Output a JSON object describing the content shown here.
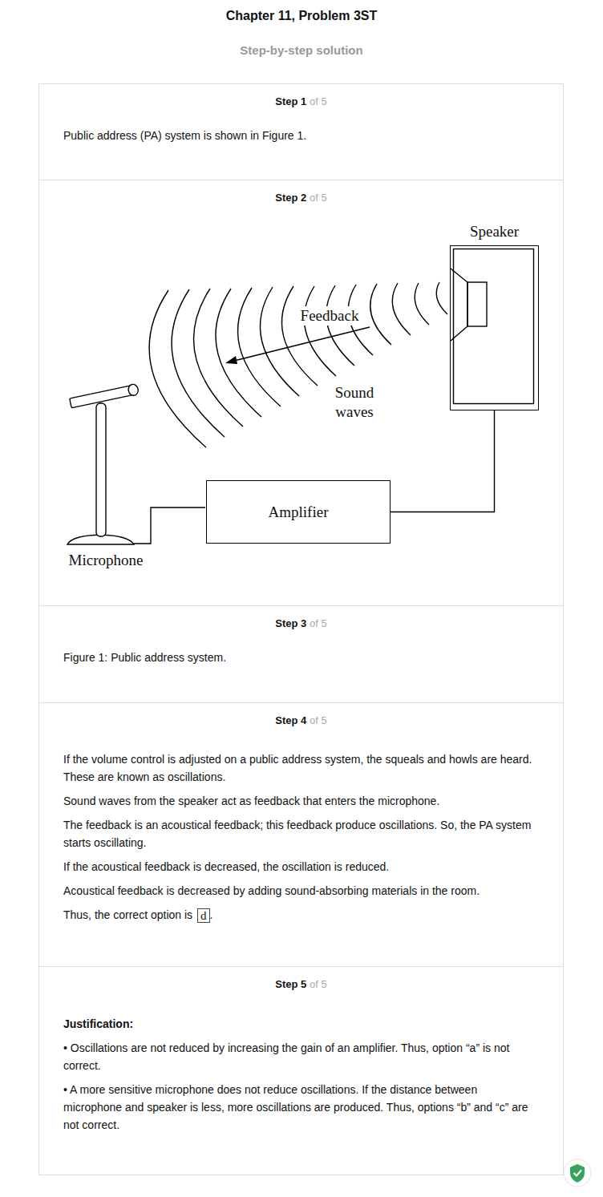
{
  "diagram": {
    "title": "Chapter 11, Problem 3ST",
    "nodes": [
      {
        "text": [
          "Step 1",
          "of 5",
          "Public address (PA) system is shown in Figure 1."
        ]
      },
      {
        "text": [
          "Step 2",
          "of 5"
        ]
      },
      {
        "text": [
          "Speaker"
        ],
        "in": 1
      },
      {
        "text": [
          "Amplifier"
        ],
        "in": 1
      },
      {
        "text": [
          "Step 3",
          "of 5",
          "Figure 1: Public address system."
        ]
      },
      {
        "text": [
          "Step 4",
          "of 5",
          "If the volume control is adjusted on a public address system, the squeals and howls are heard. These are known as oscillations.",
          "Sound waves from the speaker act as feedback that enters the microphone.",
          "The feedback is an acoustical feedback; this feedback produce oscillations. So, the PA system starts oscillating.",
          "If the acoustical feedback is decreased, the oscillation is reduced.",
          "Acoustical feedback is decreased by adding sound-absorbing materials in the room.",
          "Thus, the correct option is",
          "."
        ]
      },
      {
        "text": [
          "d"
        ],
        "in": 5
      },
      {
        "text": [
          "Step 5",
          "of 5",
          "Justification:",
          "• Oscillations are not reduced by increasing the gain of an amplifier. Thus, option “a” is not correct.",
          "• A more sensitive microphone does not reduce oscillations. If the distance between microphone and speaker is less, more oscillations are produced. Thus, options “b” and “c” are not correct."
        ]
      }
    ],
    "edges": [
      {
        "from": 3,
        "to": 2,
        "arrow": "none"
      }
    ],
    "labels": [
      "Step-by-step solution",
      "Microphone",
      "Feedback",
      "Sound waves"
    ]
  }
}
